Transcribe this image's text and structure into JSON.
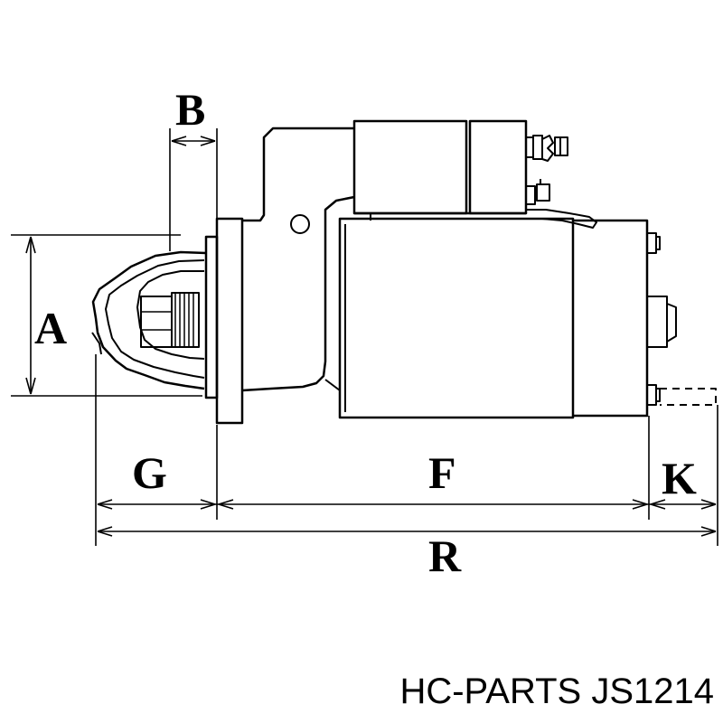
{
  "diagram": {
    "dimension_labels": {
      "a": "A",
      "b": "B",
      "g": "G",
      "f": "F",
      "k": "K",
      "r": "R"
    },
    "caption": "HC-PARTS JS1214"
  }
}
